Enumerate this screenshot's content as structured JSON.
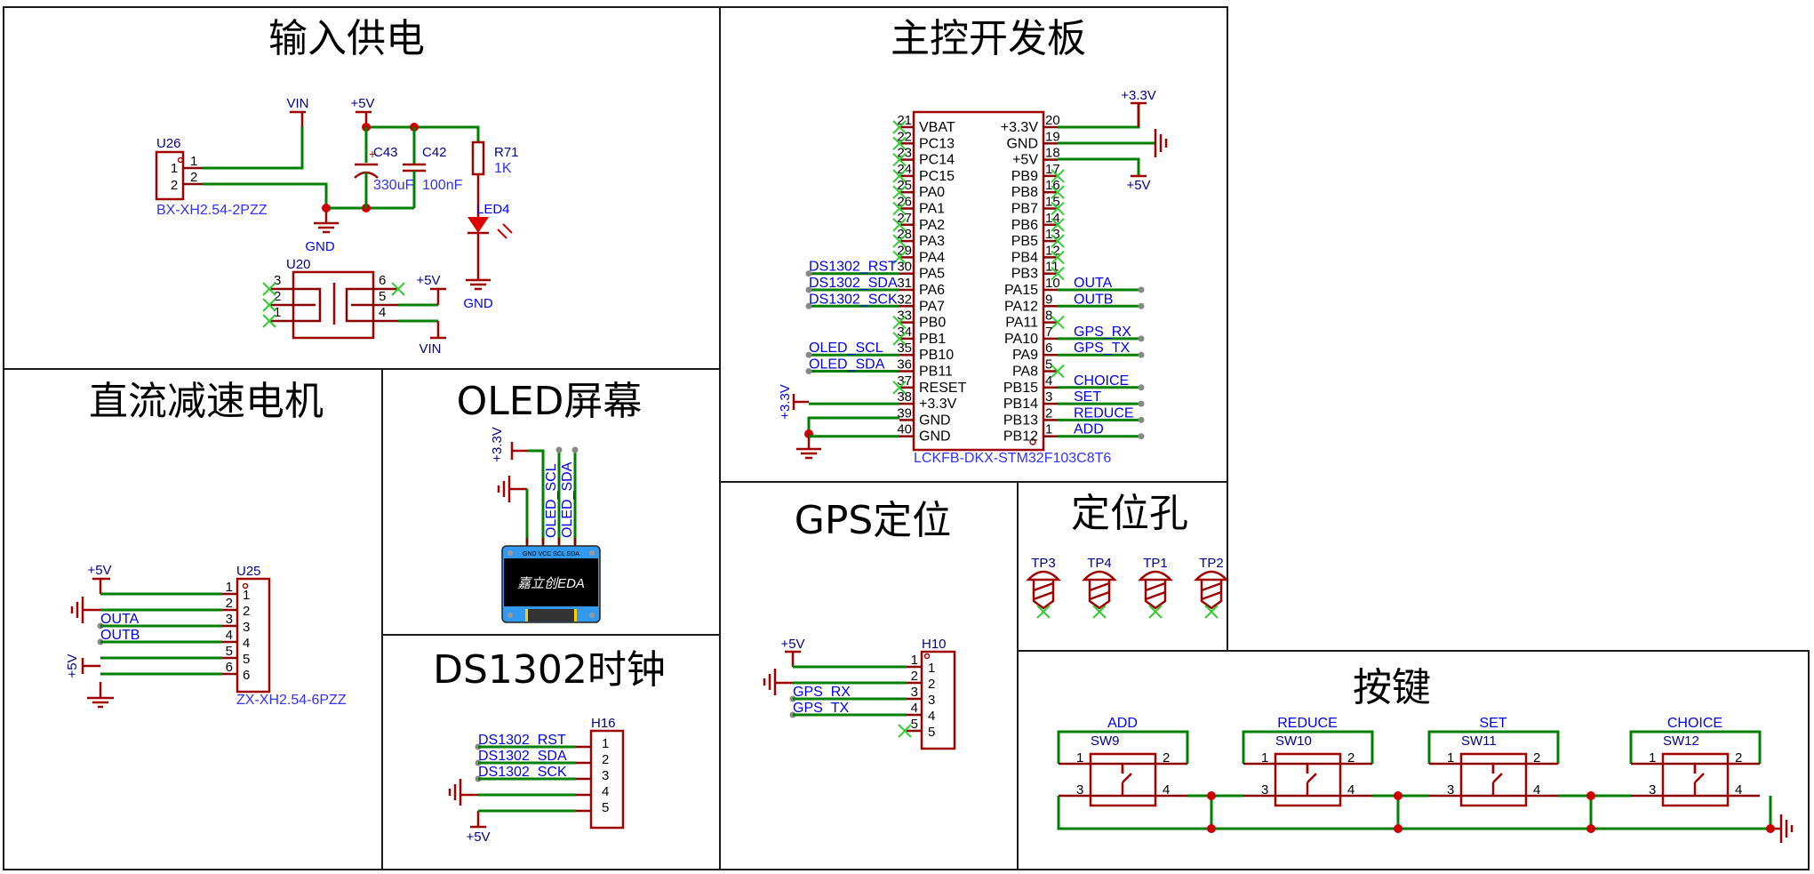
{
  "sections": {
    "power": {
      "title": "输入供电"
    },
    "mcu": {
      "title": "主控开发板"
    },
    "motor": {
      "title": "直流减速电机"
    },
    "oled": {
      "title": "OLED屏幕"
    },
    "rtc": {
      "title": "DS1302时钟"
    },
    "gps": {
      "title": "GPS定位"
    },
    "holes": {
      "title": "定位孔"
    },
    "keys": {
      "title": "按键"
    }
  },
  "power": {
    "u26": {
      "ref": "U26",
      "value": "BX-XH2.54-2PZZ",
      "pins": [
        "1",
        "2"
      ]
    },
    "vin": "VIN",
    "p5v": "+5V",
    "gnd": "GND",
    "c43": {
      "ref": "C43",
      "value": "330uF"
    },
    "c42": {
      "ref": "C42",
      "value": "100nF"
    },
    "r71": {
      "ref": "R71",
      "value": "1K"
    },
    "led4": {
      "ref": "LED4"
    },
    "gnd2": "GND",
    "u20": {
      "ref": "U20",
      "left_pins": [
        "3",
        "2",
        "1"
      ],
      "right_pins": [
        "6",
        "5",
        "4"
      ]
    },
    "u20_p5v": "+5V",
    "u20_vin": "VIN"
  },
  "mcu": {
    "ref": "LCKFB-DKX-STM32F103C8T6",
    "p33": "+3.3V",
    "p5v": "+5V",
    "left_pins": [
      {
        "num": "21",
        "name": "VBAT",
        "net": ""
      },
      {
        "num": "22",
        "name": "PC13",
        "net": ""
      },
      {
        "num": "23",
        "name": "PC14",
        "net": ""
      },
      {
        "num": "24",
        "name": "PC15",
        "net": ""
      },
      {
        "num": "25",
        "name": "PA0",
        "net": ""
      },
      {
        "num": "26",
        "name": "PA1",
        "net": ""
      },
      {
        "num": "27",
        "name": "PA2",
        "net": ""
      },
      {
        "num": "28",
        "name": "PA3",
        "net": ""
      },
      {
        "num": "29",
        "name": "PA4",
        "net": ""
      },
      {
        "num": "30",
        "name": "PA5",
        "net": "DS1302_RST"
      },
      {
        "num": "31",
        "name": "PA6",
        "net": "DS1302_SDA"
      },
      {
        "num": "32",
        "name": "PA7",
        "net": "DS1302_SCK"
      },
      {
        "num": "33",
        "name": "PB0",
        "net": ""
      },
      {
        "num": "34",
        "name": "PB1",
        "net": ""
      },
      {
        "num": "35",
        "name": "PB10",
        "net": "OLED_SCL"
      },
      {
        "num": "36",
        "name": "PB11",
        "net": "OLED_SDA"
      },
      {
        "num": "37",
        "name": "RESET",
        "net": ""
      },
      {
        "num": "38",
        "name": "+3.3V",
        "net": "+3.3V"
      },
      {
        "num": "39",
        "name": "GND",
        "net": "GND"
      },
      {
        "num": "40",
        "name": "GND",
        "net": "GND"
      }
    ],
    "right_pins": [
      {
        "num": "20",
        "name": "+3.3V",
        "net": "+3.3V"
      },
      {
        "num": "19",
        "name": "GND",
        "net": "GND"
      },
      {
        "num": "18",
        "name": "+5V",
        "net": "+5V"
      },
      {
        "num": "17",
        "name": "PB9",
        "net": ""
      },
      {
        "num": "16",
        "name": "PB8",
        "net": ""
      },
      {
        "num": "15",
        "name": "PB7",
        "net": ""
      },
      {
        "num": "14",
        "name": "PB6",
        "net": ""
      },
      {
        "num": "13",
        "name": "PB5",
        "net": ""
      },
      {
        "num": "12",
        "name": "PB4",
        "net": ""
      },
      {
        "num": "11",
        "name": "PB3",
        "net": ""
      },
      {
        "num": "10",
        "name": "PA15",
        "net": "OUTA"
      },
      {
        "num": "9",
        "name": "PA12",
        "net": "OUTB"
      },
      {
        "num": "8",
        "name": "PA11",
        "net": ""
      },
      {
        "num": "7",
        "name": "PA10",
        "net": "GPS_RX"
      },
      {
        "num": "6",
        "name": "PA9",
        "net": "GPS_TX"
      },
      {
        "num": "5",
        "name": "PA8",
        "net": ""
      },
      {
        "num": "4",
        "name": "PB15",
        "net": "CHOICE"
      },
      {
        "num": "3",
        "name": "PB14",
        "net": "SET"
      },
      {
        "num": "2",
        "name": "PB13",
        "net": "REDUCE"
      },
      {
        "num": "1",
        "name": "PB12",
        "net": "ADD"
      }
    ]
  },
  "motor": {
    "ref": "U25",
    "value": "ZX-XH2.54-6PZZ",
    "p5v_top": "+5V",
    "p5v_side": "+5V",
    "pins": [
      {
        "num": "1",
        "net": "+5V"
      },
      {
        "num": "2",
        "net": "GND"
      },
      {
        "num": "3",
        "net": "OUTA"
      },
      {
        "num": "4",
        "net": "OUTB"
      },
      {
        "num": "5",
        "net": "+5V"
      },
      {
        "num": "6",
        "net": "GND"
      }
    ]
  },
  "oled": {
    "p33": "+3.3V",
    "net_scl": "OLED_SCL",
    "net_sda": "OLED_SDA",
    "module_pins": "GND VCC SCL  SDA",
    "logo": "嘉立创EDA"
  },
  "rtc": {
    "ref": "H16",
    "p5v": "+5V",
    "pins": [
      {
        "num": "1",
        "net": "DS1302_RST"
      },
      {
        "num": "2",
        "net": "DS1302_SDA"
      },
      {
        "num": "3",
        "net": "DS1302_SCK"
      },
      {
        "num": "4",
        "net": "GND"
      },
      {
        "num": "5",
        "net": "+5V"
      }
    ]
  },
  "gps": {
    "ref": "H10",
    "p5v": "+5V",
    "pins": [
      {
        "num": "1",
        "net": "+5V"
      },
      {
        "num": "2",
        "net": "GND"
      },
      {
        "num": "3",
        "net": "GPS_RX"
      },
      {
        "num": "4",
        "net": "GPS_TX"
      },
      {
        "num": "5",
        "net": ""
      }
    ]
  },
  "holes": {
    "items": [
      "TP3",
      "TP4",
      "TP1",
      "TP2"
    ]
  },
  "keys": {
    "items": [
      {
        "net": "ADD",
        "ref": "SW9"
      },
      {
        "net": "REDUCE",
        "ref": "SW10"
      },
      {
        "net": "SET",
        "ref": "SW11"
      },
      {
        "net": "CHOICE",
        "ref": "SW12"
      }
    ],
    "pin_labels": [
      "1",
      "2",
      "3",
      "4"
    ]
  }
}
